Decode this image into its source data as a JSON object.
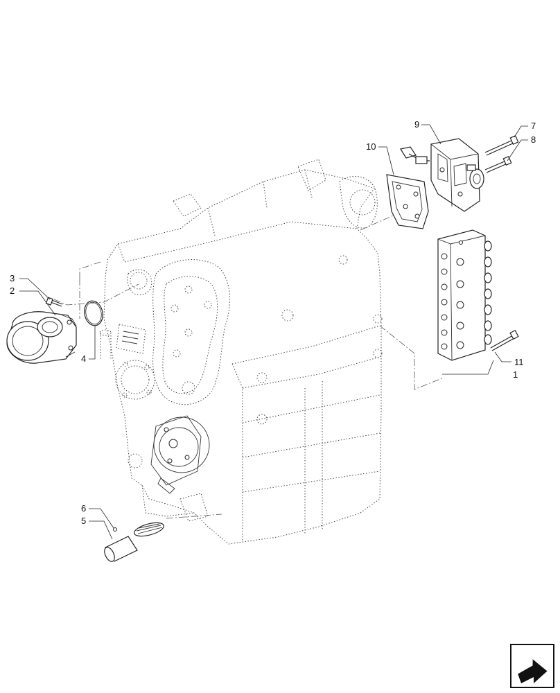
{
  "callouts": [
    {
      "id": "1",
      "label": "1"
    },
    {
      "id": "2",
      "label": "2"
    },
    {
      "id": "3",
      "label": "3"
    },
    {
      "id": "4",
      "label": "4"
    },
    {
      "id": "5",
      "label": "5"
    },
    {
      "id": "6",
      "label": "6"
    },
    {
      "id": "7",
      "label": "7"
    },
    {
      "id": "8",
      "label": "8"
    },
    {
      "id": "9",
      "label": "9"
    },
    {
      "id": "10",
      "label": "10"
    },
    {
      "id": "11",
      "label": "11"
    }
  ],
  "icons": {
    "navigation": "arrow-box-icon"
  },
  "colors": {
    "line": "#222222",
    "background": "#ffffff"
  }
}
